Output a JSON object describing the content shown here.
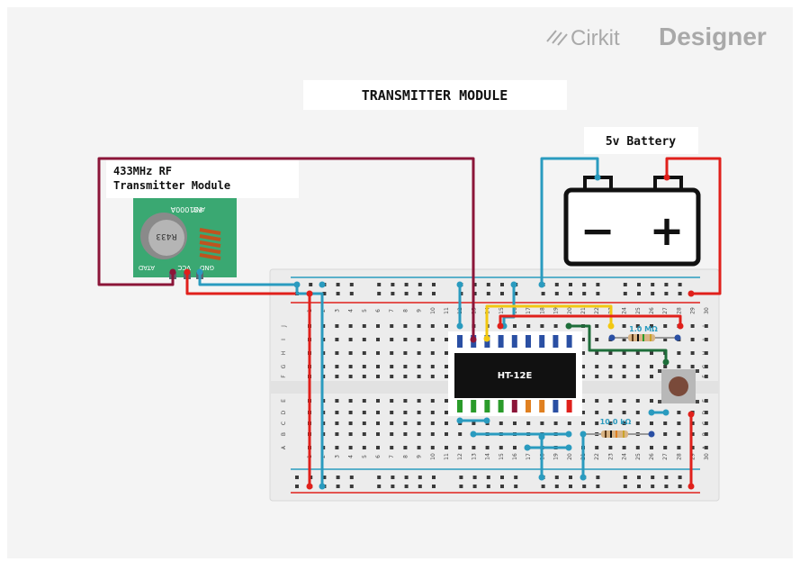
{
  "watermark": {
    "text": "Cirkit",
    "bold": "Designer",
    "icon": "cirkit-logo-icon"
  },
  "title": "TRANSMITTER MODULE",
  "battery": {
    "label": "5v Battery",
    "minus": "−",
    "plus": "+"
  },
  "rf_module": {
    "label_line1": "433MHz RF",
    "label_line2": "Transmitter Module",
    "chip_text": "R433",
    "board_text": "FS1000A",
    "pin_labels": [
      "ATAD",
      "VCC",
      "GND"
    ],
    "ant_label": "ANT"
  },
  "ic": {
    "label": "HT-12E"
  },
  "resistors": [
    {
      "label": "1.0 MΩ"
    },
    {
      "label": "10.0 kΩ"
    }
  ],
  "breadboard": {
    "columns": [
      "1",
      "2",
      "3",
      "4",
      "5",
      "6",
      "7",
      "8",
      "9",
      "10",
      "11",
      "12",
      "13",
      "14",
      "15",
      "16",
      "17",
      "18",
      "19",
      "20",
      "21",
      "22",
      "23",
      "24",
      "25",
      "26",
      "27",
      "28",
      "29",
      "30"
    ],
    "rows_top": [
      "J",
      "I",
      "H",
      "G",
      "F"
    ],
    "rows_bottom": [
      "E",
      "D",
      "C",
      "B",
      "A"
    ]
  },
  "colors": {
    "wire_red": "#e0201b",
    "wire_blue": "#2a9bbf",
    "wire_maroon": "#8b1538",
    "wire_yellow": "#f2c811",
    "wire_green": "#1e6e3a",
    "board": "#ececec",
    "rf_pcb": "#3aa872"
  }
}
